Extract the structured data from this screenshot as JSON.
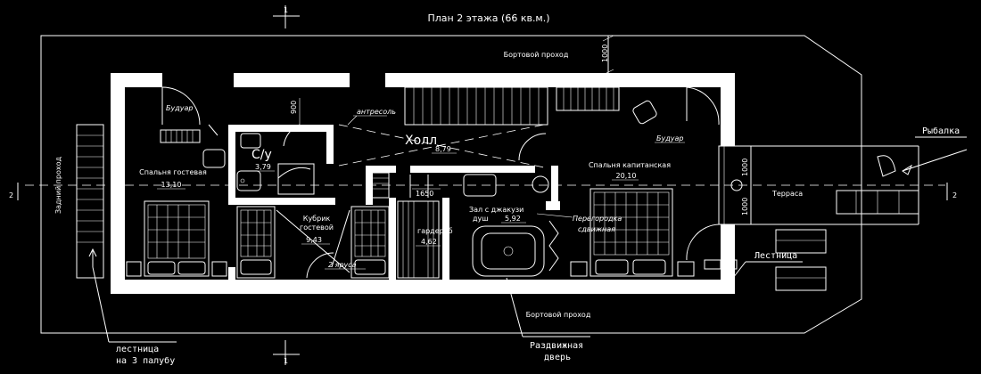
{
  "title": "План 2 этажа (66 кв.м.)",
  "section_marks": {
    "one": "1",
    "two": "2"
  },
  "passages": {
    "side_top": "Бортовой проход",
    "side_bottom": "Бортовой проход",
    "rear": "Задний проход"
  },
  "dimensions": {
    "d1000_top": "1000",
    "d900": "900",
    "d1650": "1650",
    "d1000_a": "1000",
    "d1000_b": "1000"
  },
  "rooms": {
    "guest_bedroom": {
      "name": "Спальня гостевая",
      "area": "13,10"
    },
    "boudoir_left": "Будуар",
    "wc": {
      "name": "С/у",
      "area": "3,79"
    },
    "hall": {
      "name": "Холл",
      "area": "8,79"
    },
    "mezzanine": "антресоль",
    "guest_cabin": {
      "name1": "Кубрик",
      "name2": "гостевой",
      "area": "9,43"
    },
    "tiers": "2 яруса",
    "wardrobe": {
      "name": "гардероб",
      "area": "4,62"
    },
    "jacuzzi": {
      "name": "Зал с джакузи",
      "shower": "душ",
      "area": "5,92"
    },
    "partition": {
      "line1": "Перегородка",
      "line2": "сдвижная"
    },
    "captain_bedroom": {
      "name": "Спальня капитанская",
      "area": "20,10"
    },
    "boudoir_right": "Будуар",
    "terrace": "Терраса"
  },
  "callouts": {
    "fishing": "Рыбалка",
    "stairs": "Лестница",
    "stairs_deck3_line1": "лестница",
    "stairs_deck3_line2": "на 3 палубу",
    "sliding_door_line1": "Раздвижная",
    "sliding_door_line2": "дверь"
  }
}
